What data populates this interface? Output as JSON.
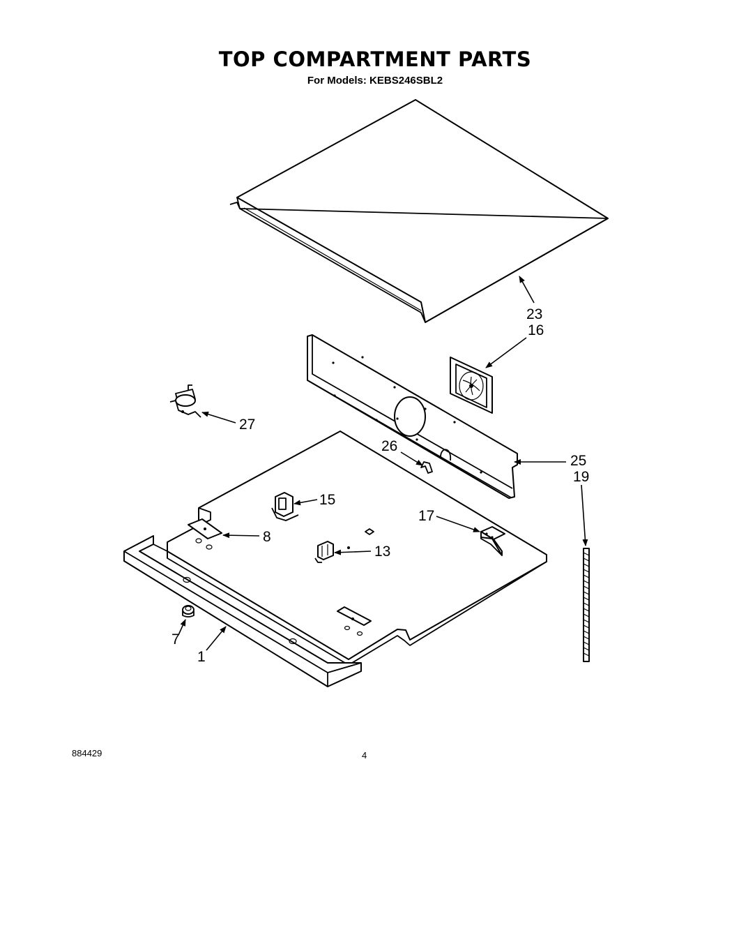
{
  "header": {
    "title": "TOP COMPARTMENT PARTS",
    "subtitle": "For Models: KEBS246SBL2"
  },
  "footer": {
    "doc_number": "884429",
    "page_number": "4"
  },
  "callouts": {
    "p23": "23",
    "p16": "16",
    "p27": "27",
    "p26": "26",
    "p25": "25",
    "p19": "19",
    "p15": "15",
    "p17": "17",
    "p8": "8",
    "p13": "13",
    "p7": "7",
    "p1": "1"
  }
}
